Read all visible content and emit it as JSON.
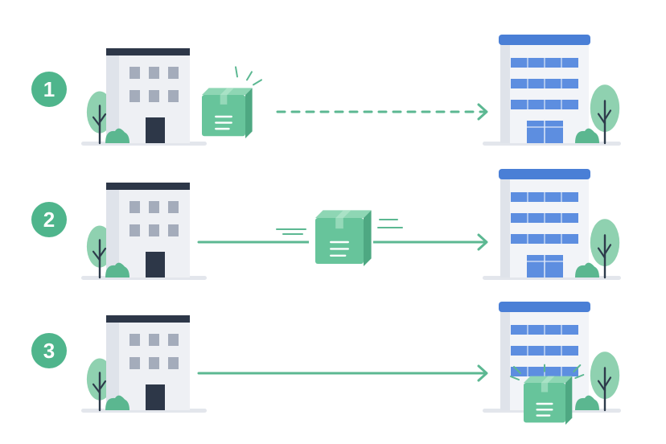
{
  "steps": [
    {
      "number": "1",
      "connector": "dashed",
      "package_position": "at-sender"
    },
    {
      "number": "2",
      "connector": "solid",
      "package_position": "in-transit"
    },
    {
      "number": "3",
      "connector": "solid",
      "package_position": "at-receiver"
    }
  ],
  "colors": {
    "accent_green": "#5cb892",
    "badge_green": "#4fb58c",
    "package_face": "#67c49b",
    "package_top": "#8ed6b4",
    "package_side": "#4ea882",
    "package_tape": "#a9e2c6",
    "tree_leaf": "#8fd1b0",
    "tree_trunk": "#2d3b4b",
    "bush": "#5bb790",
    "building_body": "#eef0f4",
    "building_shade": "#dfe3ea",
    "building_roof": "#2d3748",
    "building_window": "#a4acbb",
    "building_door": "#2d3748",
    "office_body": "#f2f4f8",
    "office_roof": "#4a7fd6",
    "office_window": "#5d8ee0",
    "ground": "#e3e6ec"
  },
  "icons": [
    "sender-building-icon",
    "receiver-office-icon",
    "package-box-icon",
    "tree-icon",
    "bush-icon",
    "arrow-icon"
  ]
}
